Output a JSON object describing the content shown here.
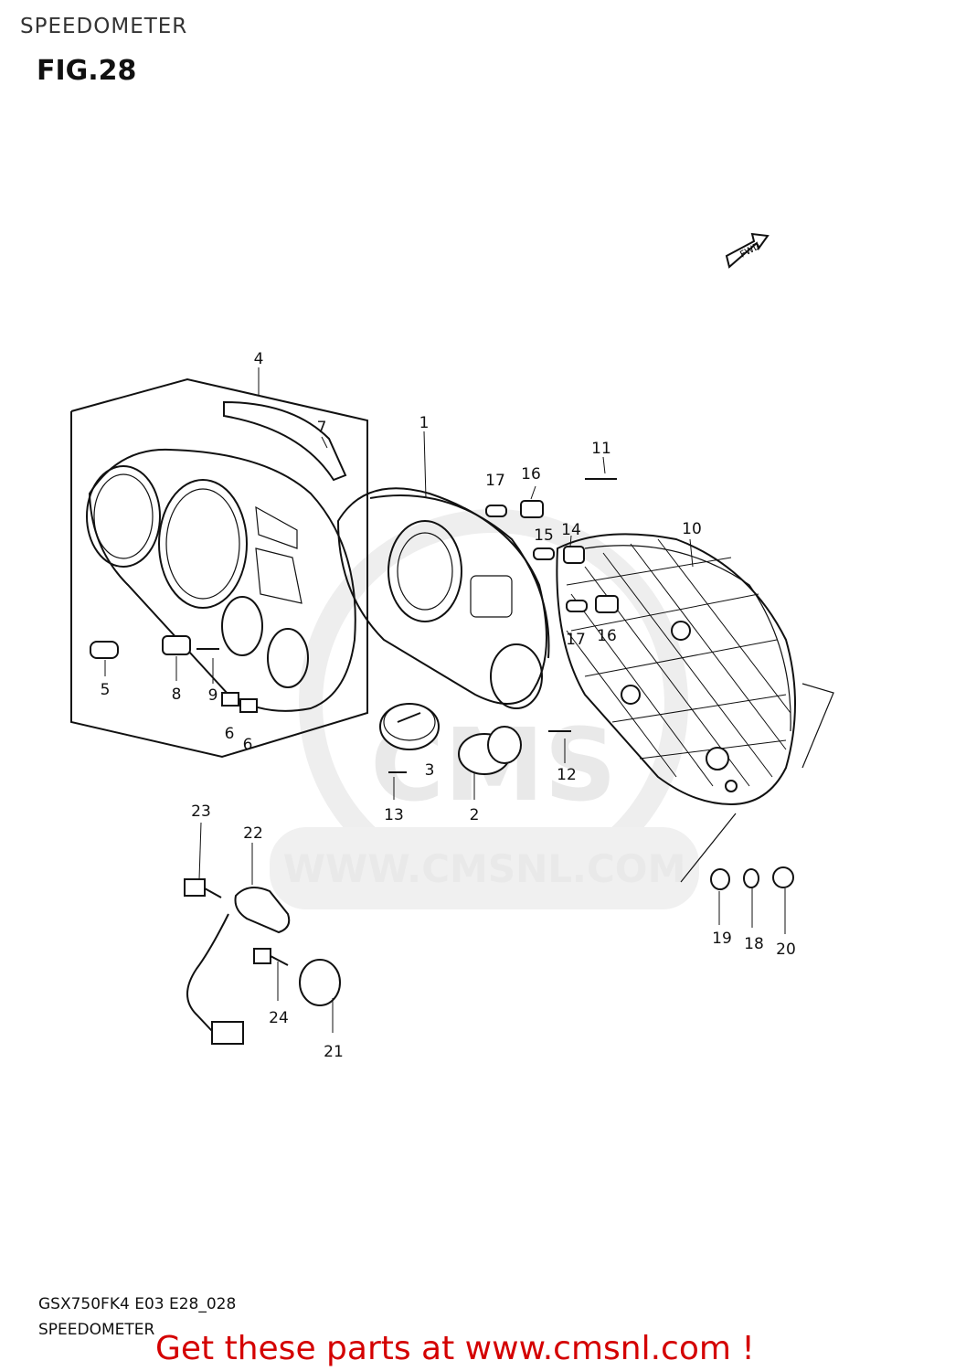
{
  "header": {
    "title": "SPEEDOMETER",
    "figure": "FIG.28"
  },
  "footer": {
    "model_code": "GSX750FK4 E03 E28_028",
    "section_title": "SPEEDOMETER",
    "promo": "Get these parts at www.cmsnl.com !"
  },
  "watermark": {
    "logo_text": "CMS",
    "url_text": "WWW.CMSNL.COM"
  },
  "fwd_label": "FWD",
  "callouts": [
    {
      "label": "1"
    },
    {
      "label": "2"
    },
    {
      "label": "3"
    },
    {
      "label": "4"
    },
    {
      "label": "5"
    },
    {
      "label": "6"
    },
    {
      "label": "6"
    },
    {
      "label": "7"
    },
    {
      "label": "8"
    },
    {
      "label": "9"
    },
    {
      "label": "10"
    },
    {
      "label": "11"
    },
    {
      "label": "12"
    },
    {
      "label": "13"
    },
    {
      "label": "14"
    },
    {
      "label": "15"
    },
    {
      "label": "16"
    },
    {
      "label": "16"
    },
    {
      "label": "17"
    },
    {
      "label": "17"
    },
    {
      "label": "18"
    },
    {
      "label": "19"
    },
    {
      "label": "20"
    },
    {
      "label": "21"
    },
    {
      "label": "22"
    },
    {
      "label": "23"
    },
    {
      "label": "24"
    }
  ]
}
